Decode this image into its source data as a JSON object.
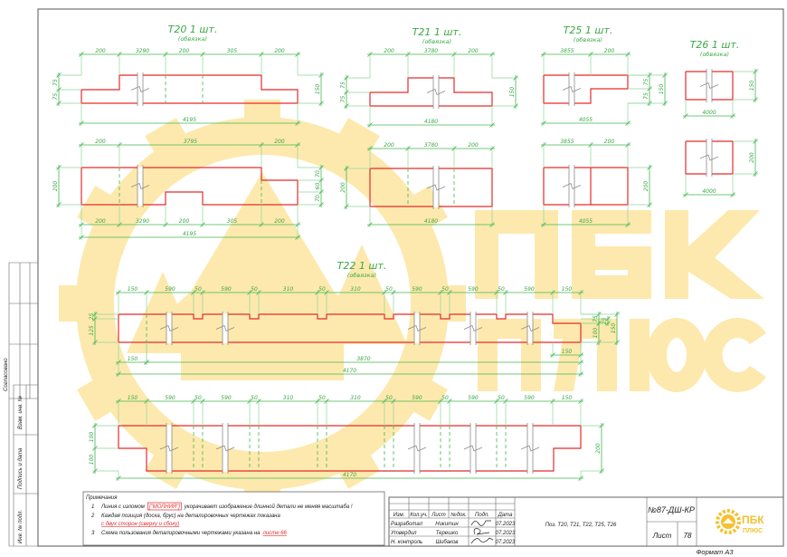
{
  "watermark": {
    "line1": "ПБК",
    "line2": "ПЛЮС"
  },
  "t20": {
    "title": "Т20 1 шт.",
    "subtitle": "(обвязка)",
    "a": {
      "top": [
        "200",
        "3290",
        "200",
        "305",
        "200"
      ],
      "total": "4195",
      "h": "150",
      "left": [
        "75",
        "75"
      ]
    },
    "b": {
      "top": [
        "200",
        "3795",
        "200"
      ],
      "bottom": [
        "200",
        "3290",
        "200",
        "305",
        "200"
      ],
      "total": "4195",
      "h": "200",
      "right": [
        "70",
        "60",
        "70"
      ]
    }
  },
  "t21": {
    "title": "Т21 1 шт.",
    "subtitle": "(обвязка)",
    "a": {
      "top": [
        "200",
        "3780",
        "200"
      ],
      "total": "4180",
      "h": "150",
      "left": [
        "75",
        "75"
      ]
    },
    "b": {
      "top": [
        "200",
        "3780",
        "200"
      ],
      "total": "4180",
      "h": "200"
    }
  },
  "t25": {
    "title": "Т25 1 шт.",
    "subtitle": "(обвязка)",
    "a": {
      "top": [
        "3855",
        "200"
      ],
      "total": "4055",
      "h": "150",
      "right": [
        "75",
        "75"
      ]
    },
    "b": {
      "top": [
        "3855",
        "200"
      ],
      "total": "4055",
      "h": "200"
    }
  },
  "t26": {
    "title": "Т26 1 шт.",
    "subtitle": "(обвязка)",
    "a": {
      "total": "4000",
      "h": "150"
    },
    "b": {
      "total": "4000",
      "h": "200"
    }
  },
  "t22": {
    "title": "Т22 1 шт.",
    "subtitle": "(обвязка)",
    "a": {
      "top": [
        "150",
        "590",
        "50",
        "590",
        "50",
        "310",
        "50",
        "310",
        "50",
        "590",
        "50",
        "590",
        "50",
        "590",
        "150"
      ],
      "left": [
        "25",
        "125"
      ],
      "right": [
        "75",
        "25",
        "100",
        "150"
      ],
      "bottom_left": "150",
      "bottom_mid": "3870",
      "bottom_right": "150",
      "total": "4170"
    },
    "b": {
      "top": [
        "150",
        "590",
        "50",
        "590",
        "50",
        "310",
        "50",
        "310",
        "50",
        "590",
        "50",
        "590",
        "50",
        "590",
        "150"
      ],
      "left": [
        "100",
        "100"
      ],
      "h": "200",
      "total": "4170"
    }
  },
  "notes": {
    "title": "Примечания",
    "items": [
      {
        "num": "1",
        "text": "Линия с изломом",
        "highlight": "[\"МОЛНИЯ\"]",
        "tail": "укорачивает изображение длинной детали не меняя масштаба !"
      },
      {
        "num": "2",
        "text": "Каждая позиция (доска, брус) на деталировочных чертежах показана",
        "highlight": "с двух сторон (сверху и сбоку)"
      },
      {
        "num": "3",
        "text": "Схема пользования деталировочными чертежами указана на",
        "highlight": "листе 66"
      }
    ]
  },
  "title_block": {
    "headers": [
      "Изм.",
      "Кол.уч.",
      "Лист",
      "№док.",
      "Подп.",
      "Дата"
    ],
    "rows": [
      {
        "role": "Разработал",
        "name": "Никитин",
        "date": "07.2023"
      },
      {
        "role": "Утвердил",
        "name": "Терешко",
        "date": "07.2023"
      },
      {
        "role": "Н. контроль",
        "name": "Шибаков",
        "date": "07.2023"
      }
    ],
    "description": "Поз. Т20, Т21, Т22, Т25, Т26",
    "doc_number": "№87-ДШ-КР",
    "sheet_label": "Лист",
    "sheet_number": "78",
    "format": "Формат А3",
    "logo": {
      "line1": "ПБК",
      "line2": "ПЛЮС"
    }
  },
  "side_strip": {
    "agreed": "Согласовано",
    "replace_inv": "Взам. инв. №",
    "sign_date": "Подпись и дата",
    "inv_orig": "Инв. № подл."
  },
  "colors": {
    "outline": "#e52b2b",
    "dimension": "#45b552",
    "watermark": "#fde9ad"
  }
}
